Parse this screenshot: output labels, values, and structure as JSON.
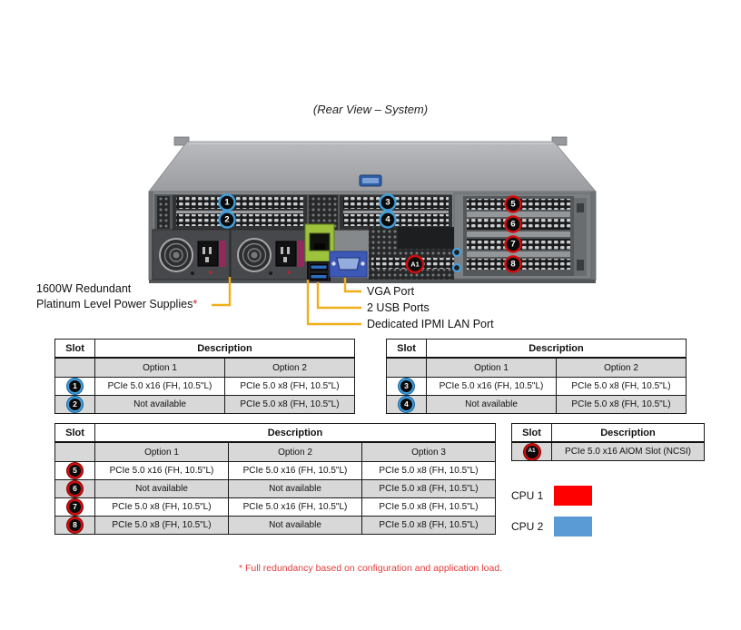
{
  "title": "(Rear View – System)",
  "figure": {
    "labels": {
      "psu_line1": "1600W Redundant",
      "psu_line2": "Platinum Level Power Supplies",
      "psu_asterisk": "*",
      "vga": "VGA Port",
      "usb": "2 USB Ports",
      "ipmi": "Dedicated IPMI LAN Port"
    },
    "callouts": {
      "c1": "1",
      "c2": "2",
      "c3": "3",
      "c4": "4",
      "c5": "5",
      "c6": "6",
      "c7": "7",
      "c8": "8",
      "a1": "A1"
    },
    "colors": {
      "callout_blue_ring": "#3F9EDB",
      "callout_red_ring": "#D40D0D",
      "callout_line_yellow": "#F1AE1B",
      "ipmi_port_green": "#9DC23B",
      "vga_port_blue": "#3D59B8"
    }
  },
  "tables": {
    "t1": {
      "slot_header": "Slot",
      "desc_header": "Description",
      "options": [
        "Option 1",
        "Option 2"
      ],
      "rows": [
        {
          "slot": "1",
          "cells": [
            "PCIe 5.0 x16 (FH, 10.5\"L)",
            "PCIe 5.0 x8 (FH, 10.5\"L)"
          ]
        },
        {
          "slot": "2",
          "cells": [
            "Not available",
            "PCIe 5.0 x8 (FH, 10.5\"L)"
          ]
        }
      ]
    },
    "t2": {
      "slot_header": "Slot",
      "desc_header": "Description",
      "options": [
        "Option 1",
        "Option 2"
      ],
      "rows": [
        {
          "slot": "3",
          "cells": [
            "PCIe 5.0 x16 (FH, 10.5\"L)",
            "PCIe 5.0 x8 (FH, 10.5\"L)"
          ]
        },
        {
          "slot": "4",
          "cells": [
            "Not available",
            "PCIe 5.0 x8 (FH, 10.5\"L)"
          ]
        }
      ]
    },
    "t3": {
      "slot_header": "Slot",
      "desc_header": "Description",
      "options": [
        "Option 1",
        "Option 2",
        "Option 3"
      ],
      "rows": [
        {
          "slot": "5",
          "cells": [
            "PCIe 5.0 x16 (FH, 10.5\"L)",
            "PCIe 5.0 x16 (FH, 10.5\"L)",
            "PCIe 5.0 x8 (FH, 10.5\"L)"
          ]
        },
        {
          "slot": "6",
          "cells": [
            "Not available",
            "Not available",
            "PCIe 5.0 x8 (FH, 10.5\"L)"
          ]
        },
        {
          "slot": "7",
          "cells": [
            "PCIe 5.0 x8 (FH, 10.5\"L)",
            "PCIe 5.0 x16 (FH, 10.5\"L)",
            "PCIe 5.0 x8 (FH, 10.5\"L)"
          ]
        },
        {
          "slot": "8",
          "cells": [
            "PCIe 5.0 x8 (FH, 10.5\"L)",
            "Not available",
            "PCIe 5.0 x8 (FH, 10.5\"L)"
          ]
        }
      ]
    },
    "t4": {
      "slot_header": "Slot",
      "desc_header": "Description",
      "rows": [
        {
          "slot": "A1",
          "cells": [
            "PCIe 5.0 x16 AIOM Slot (NCSI)"
          ]
        }
      ]
    }
  },
  "legend": {
    "cpu1": {
      "label": "CPU 1",
      "color": "#FF0000"
    },
    "cpu2": {
      "label": "CPU 2",
      "color": "#5B9BD5"
    }
  },
  "footnote": "* Full redundancy based on configuration and application load."
}
